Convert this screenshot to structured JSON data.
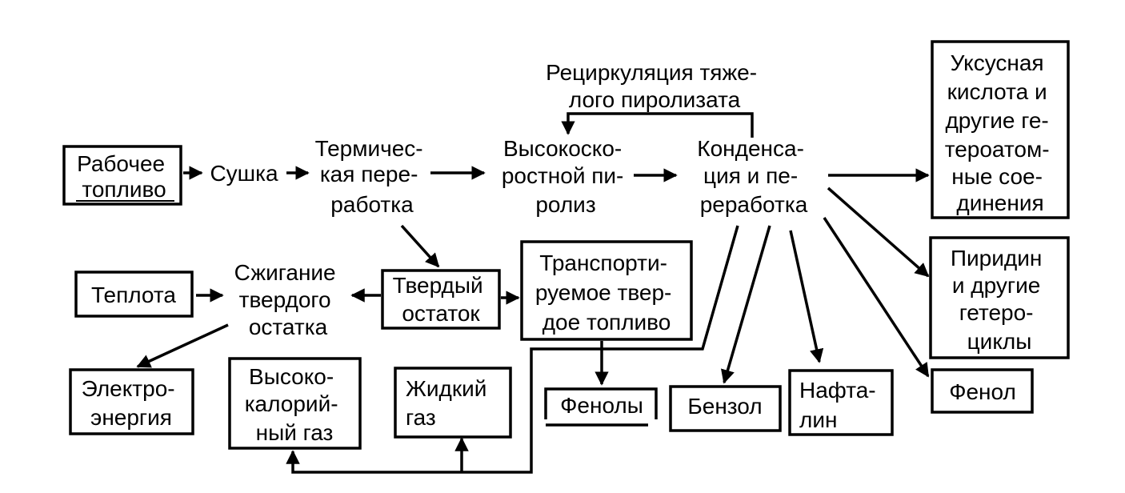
{
  "nodes": {
    "fuel": [
      "Рабочее",
      "топливо"
    ],
    "drying": [
      "Сушка"
    ],
    "thermal": [
      "Термичес-",
      "кая пере-",
      "работка"
    ],
    "pyrolysis": [
      "Высокоско-",
      "ростной пи-",
      "ролиз"
    ],
    "condensation": [
      "Конденса-",
      "ция и пе-",
      "реработка"
    ],
    "recirculation": [
      "Рециркуляция тяже-",
      "лого пиролизата"
    ],
    "acetic": [
      "Уксусная",
      "кислота и",
      "другие ге-",
      "тероатом-",
      "ные сое-",
      "динения"
    ],
    "pyridine": [
      "Пиридин",
      "и другие",
      "гетеро-",
      "циклы"
    ],
    "heat": [
      "Теплота"
    ],
    "combustion": [
      "Сжигание",
      "твердого",
      "остатка"
    ],
    "residue": [
      "Твердый",
      "остаток"
    ],
    "transport_fuel": [
      "Транспорти-",
      "руемое твер-",
      "дое топливо"
    ],
    "electricity": [
      "Электро-",
      "энергия"
    ],
    "hcv_gas": [
      "Высоко-",
      "калорий-",
      "ный газ"
    ],
    "liquid_gas": [
      "Жидкий",
      "газ"
    ],
    "phenols": [
      "Фенолы"
    ],
    "benzene": [
      "Бензол"
    ],
    "naphthalene": [
      "Нафта-",
      "лин"
    ],
    "phenol": [
      "Фенол"
    ]
  }
}
